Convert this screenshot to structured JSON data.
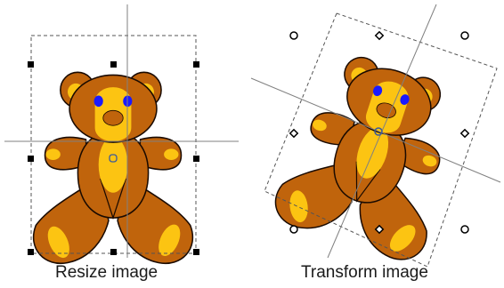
{
  "captions": {
    "resize": "Resize image",
    "transform": "Transform image"
  },
  "colors": {
    "fur": "#c0640c",
    "belly": "#fcc412",
    "eye": "#1a1aff",
    "outline": "#1a0a00",
    "guide": "#808080",
    "bbox": "#555555",
    "handle": "#000000"
  },
  "icons": {
    "resize_handles": "filled-square-handle",
    "rotate_handles": "hollow-circle-handle",
    "skew_handles": "diamond-handle",
    "pivot": "center-pivot-ring"
  }
}
